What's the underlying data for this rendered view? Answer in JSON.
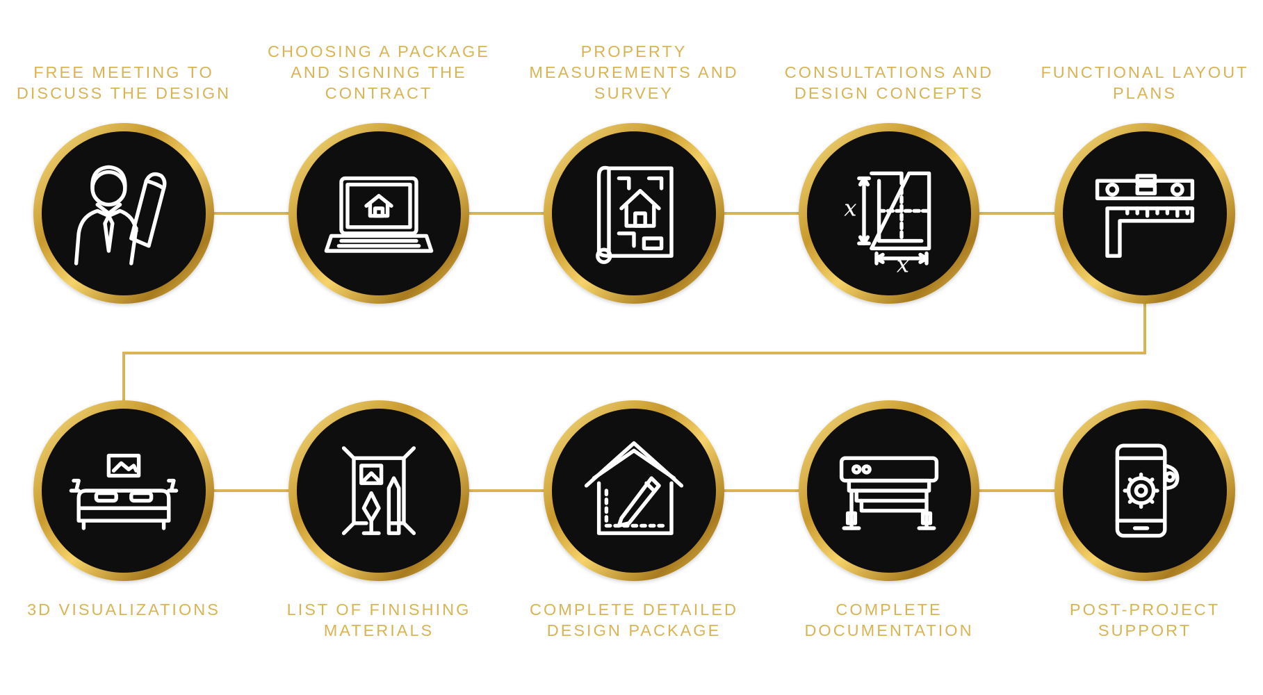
{
  "colors": {
    "accent": "#d8b454",
    "circle": "#0f0e0e",
    "icon": "#ffffff"
  },
  "steps": [
    {
      "label": "FREE MEETING TO DISCUSS THE DESIGN",
      "icon": "businessman-blueprint-icon"
    },
    {
      "label": "CHOOSING A PACKAGE AND SIGNING THE CONTRACT",
      "icon": "laptop-house-icon"
    },
    {
      "label": "PROPERTY MEASUREMENTS AND SURVEY",
      "icon": "house-blueprint-icon"
    },
    {
      "label": "CONSULTATIONS AND DESIGN CONCEPTS",
      "icon": "floor-plan-dimensions-icon"
    },
    {
      "label": "FUNCTIONAL LAYOUT PLANS",
      "icon": "level-and-square-ruler-icon"
    },
    {
      "label": "3D VISUALIZATIONS",
      "icon": "bedroom-interior-icon"
    },
    {
      "label": "LIST OF FINISHING MATERIALS",
      "icon": "room-pen-pencil-icon"
    },
    {
      "label": "COMPLETE DETAILED DESIGN PACKAGE",
      "icon": "house-pencil-icon"
    },
    {
      "label": "COMPLETE DOCUMENTATION",
      "icon": "plotter-printer-icon"
    },
    {
      "label": "POST-PROJECT SUPPORT",
      "icon": "smartphone-gear-icon"
    }
  ]
}
